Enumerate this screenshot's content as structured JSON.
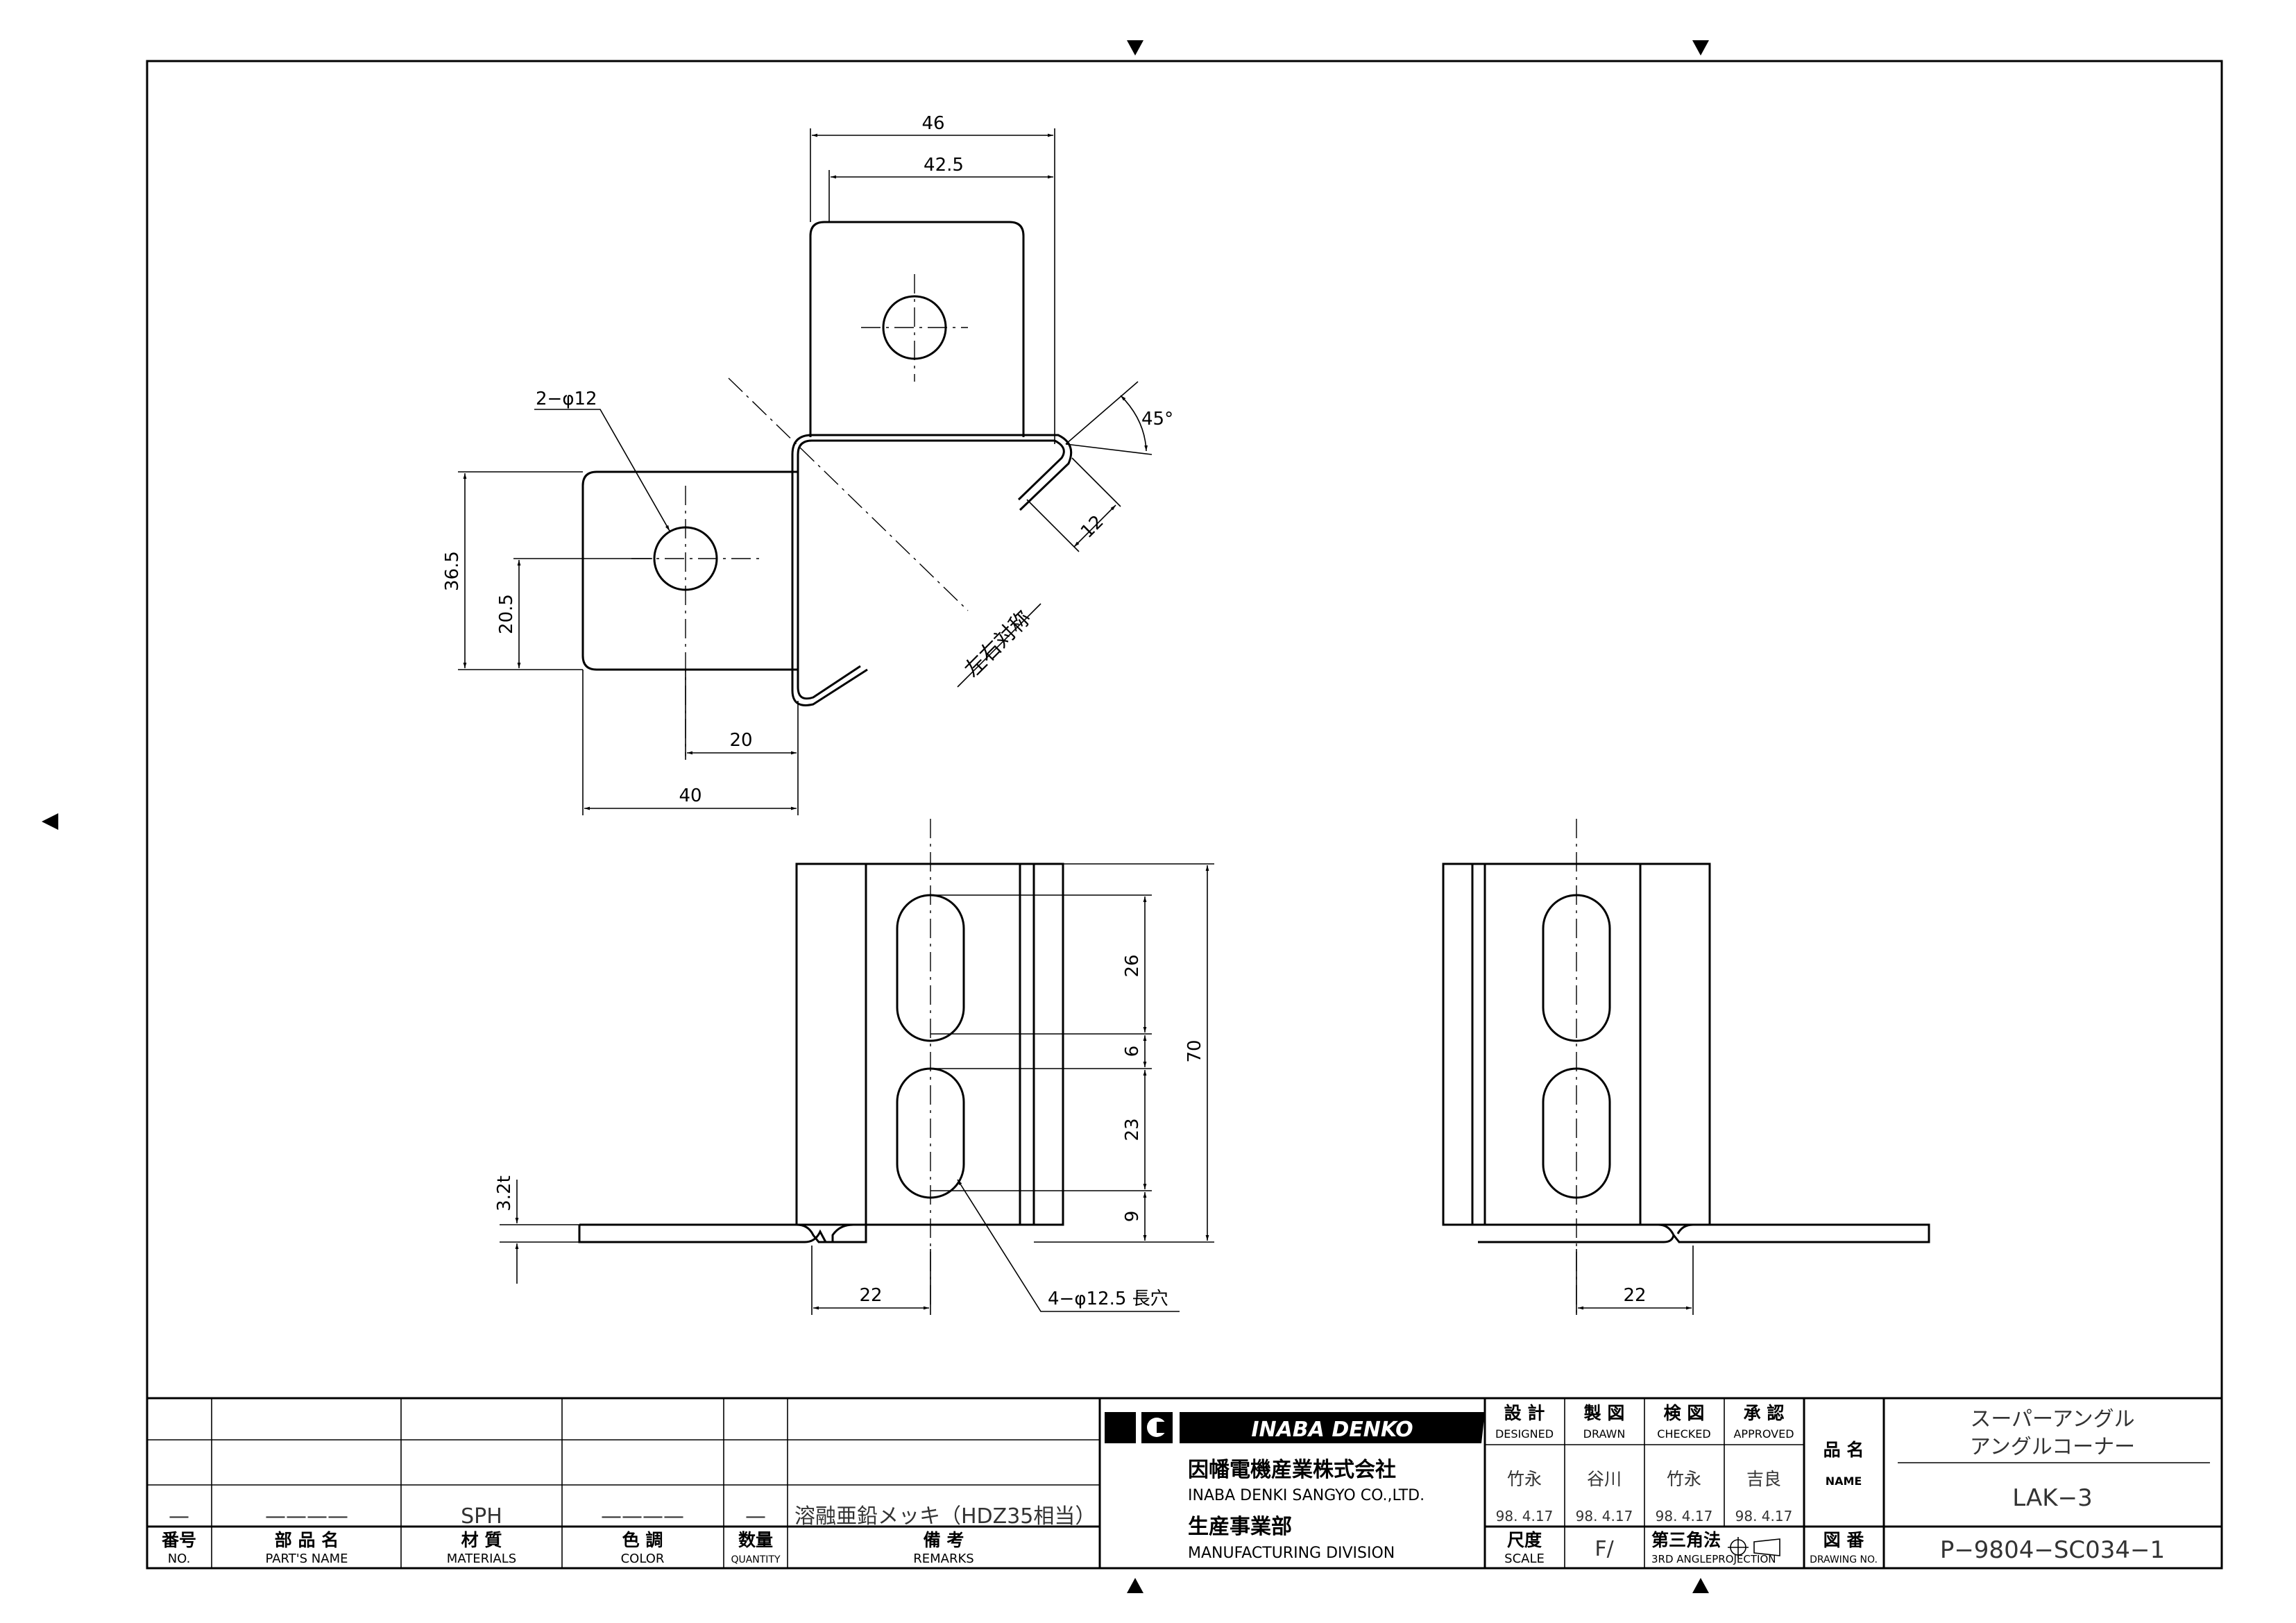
{
  "dimensions": {
    "top_width_46": "46",
    "top_width_42_5": "42.5",
    "hole_note": "2−φ12",
    "angle_45": "45°",
    "return_12": "12",
    "height_36_5": "36.5",
    "height_20_5": "20.5",
    "symmetric_note": "左右対称",
    "offset_20": "20",
    "length_40": "40",
    "slot_26": "26",
    "slot_6": "6",
    "slot_23": "23",
    "slot_9": "9",
    "total_70": "70",
    "thickness": "3.2t",
    "front_22": "22",
    "slot_note": "4−φ12.5 長穴",
    "side_22": "22"
  },
  "title_block": {
    "row": {
      "no": "—",
      "part_name": "————",
      "material": "SPH",
      "color": "————",
      "quantity": "—",
      "remarks": "溶融亜鉛メッキ（HDZ35相当）"
    },
    "headers": {
      "no_jp": "番号",
      "no_en": "NO.",
      "part_jp": "部 品 名",
      "part_en": "PART'S NAME",
      "mat_jp": "材 質",
      "mat_en": "MATERIALS",
      "color_jp": "色 調",
      "color_en": "COLOR",
      "qty_jp": "数量",
      "qty_en": "QUANTITY",
      "rem_jp": "備 考",
      "rem_en": "REMARKS"
    },
    "company": {
      "brand": "INABA DENKO",
      "name_jp": "因幡電機産業株式会社",
      "name_en": "INABA DENKI SANGYO CO.,LTD.",
      "division_jp": "生産事業部",
      "division_en": "MANUFACTURING DIVISION"
    },
    "signatures": {
      "designed_jp": "設 計",
      "designed_en": "DESIGNED",
      "drawn_jp": "製 図",
      "drawn_en": "DRAWN",
      "checked_jp": "検 図",
      "checked_en": "CHECKED",
      "approved_jp": "承 認",
      "approved_en": "APPROVED",
      "designed_name": "竹永",
      "drawn_name": "谷川",
      "checked_name": "竹永",
      "approved_name": "吉良",
      "designed_date": "98. 4.17",
      "drawn_date": "98. 4.17",
      "checked_date": "98. 4.17",
      "approved_date": "98. 4.17"
    },
    "scale_jp": "尺度",
    "scale_en": "SCALE",
    "scale_value": "F/",
    "projection_jp": "第三角法",
    "projection_en": "3RD ANGLEPROJECTION",
    "name_jp": "品 名",
    "name_en": "NAME",
    "product_line1": "スーパーアングル",
    "product_line2": "アングルコーナー",
    "model": "LAK−3",
    "drawing_no_jp": "図 番",
    "drawing_no_en": "DRAWING NO.",
    "drawing_no": "P−9804−SC034−1"
  }
}
